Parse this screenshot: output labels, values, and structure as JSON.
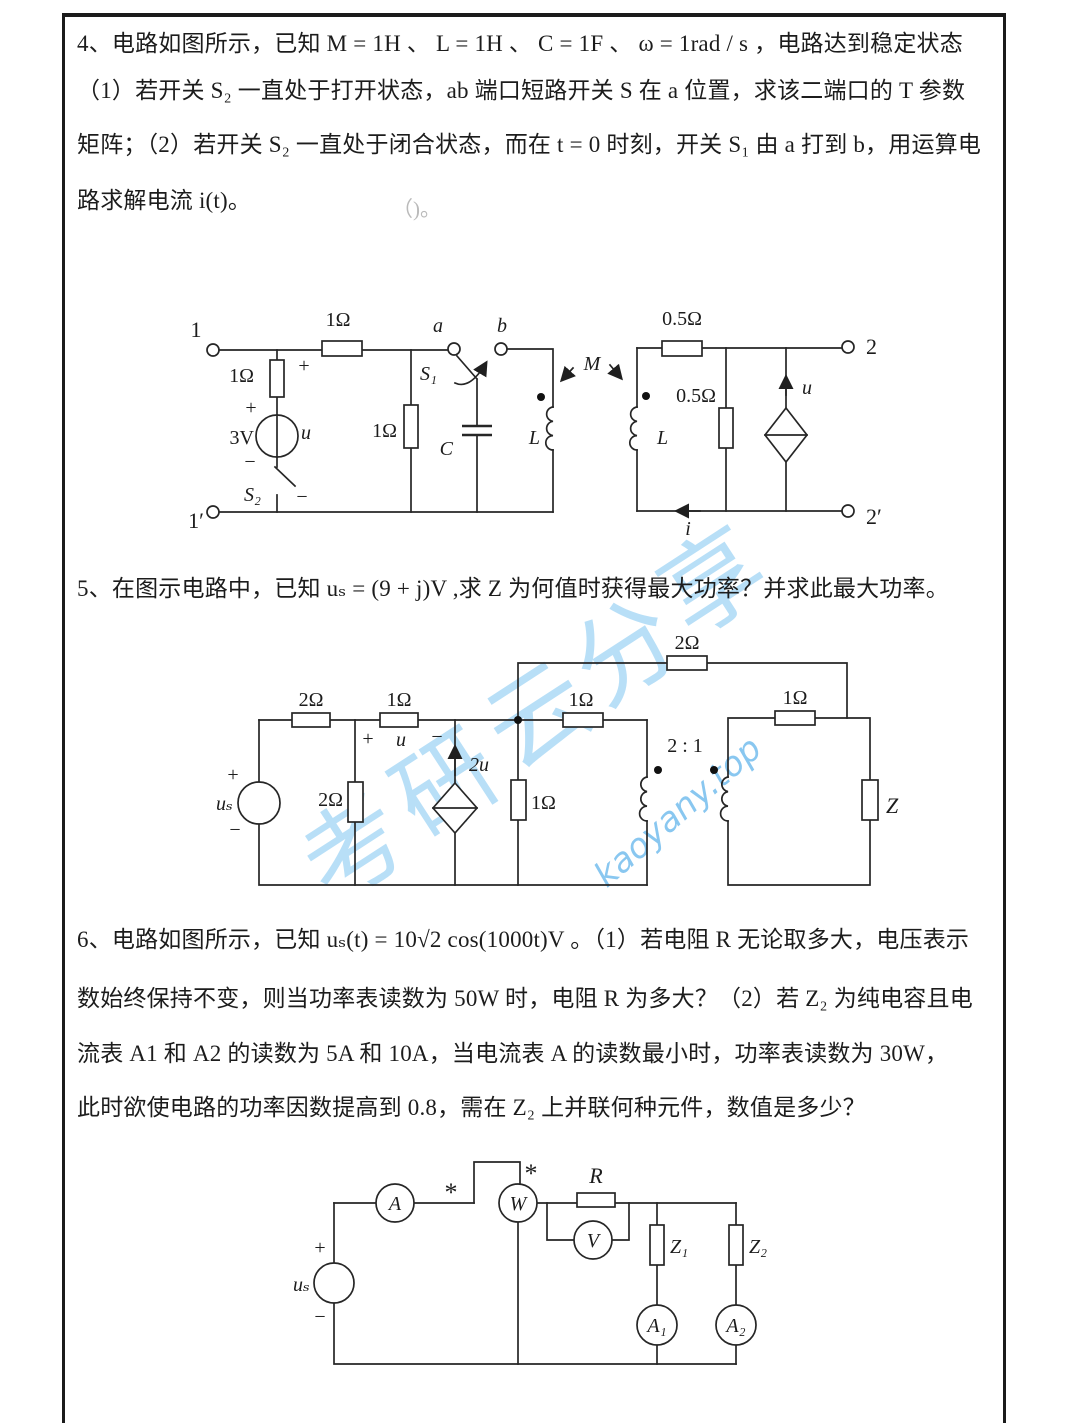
{
  "problem4": {
    "line1": "4、电路如图所示，已知 M = 1H 、 L = 1H 、 C = 1F 、 ω = 1rad / s ，电路达到稳定状态",
    "line2": "（1）若开关 S₂ 一直处于打开状态，ab 端口短路开关 S 在 a 位置，求该二端口的 T 参数",
    "line3": "矩阵；（2）若开关 S₂ 一直处于闭合状态，而在 t = 0 时刻，开关 S₁ 由 a 打到 b，用运算电",
    "line4": "路求解电流 i(t)。",
    "ghost": "（)。"
  },
  "problem5": {
    "line1": "5、在图示电路中，已知 uₛ = (9 + j)V ,求 Z 为何值时获得最大功率？并求此最大功率。"
  },
  "problem6": {
    "line1": "6、电路如图所示，已知 uₛ(t) = 10√2 cos(1000t)V 。（1）若电阻 R 无论取多大，电压表示",
    "line2": "数始终保持不变，则当功率表读数为 50W 时，电阻 R 为多大？（2）若 Z₂ 为纯电容且电",
    "line3": "流表 A1 和 A2 的读数为 5A 和 10A，当电流表 A 的读数最小时，功率表读数为 30W，",
    "line4": "此时欲使电路的功率因数提高到 0.8，需在 Z₂ 上并联何种元件，数值是多少？"
  },
  "watermark": {
    "chars": [
      "考",
      "研",
      "云",
      "分",
      "享"
    ],
    "site": "kaoyany.top",
    "color": "#7cc4ee"
  },
  "circuit1": {
    "port1": "1",
    "port1p": "1′",
    "port2": "2",
    "port2p": "2′",
    "r_top": "1Ω",
    "r_left": "1Ω",
    "r_mid": "1Ω",
    "r_half1": "0.5Ω",
    "r_half2": "0.5Ω",
    "plus": "+",
    "minus": "−",
    "src": "3V",
    "src_u": "u",
    "s1": "S₁",
    "s2": "S₂",
    "a": "a",
    "b": "b",
    "c": "C",
    "l1": "L",
    "l2": "L",
    "m": "M",
    "dep_u": "u",
    "i": "i"
  },
  "circuit2": {
    "src": "uₛ",
    "plus": "+",
    "minus": "−",
    "r1": "2Ω",
    "r2": "2Ω",
    "r3": "1Ω",
    "u": "u",
    "dep": "2u",
    "r4": "1Ω",
    "r5": "1Ω",
    "r_fb": "2Ω",
    "r6": "1Ω",
    "ratio": "2 : 1",
    "z": "Z"
  },
  "circuit3": {
    "src": "uₛ",
    "plus": "+",
    "minus": "−",
    "am": "A",
    "wm": "W",
    "vm": "V",
    "star": "*",
    "r": "R",
    "z1": "Z₁",
    "z2": "Z₂",
    "a1": "A₁",
    "a2": "A₂"
  }
}
